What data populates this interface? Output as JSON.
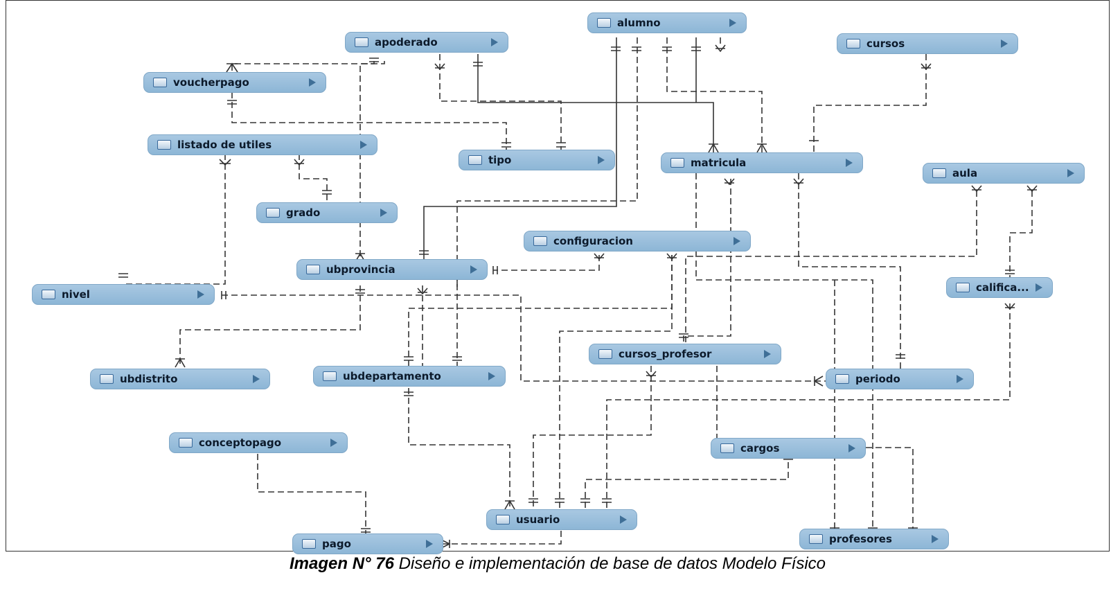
{
  "entities": {
    "alumno": "alumno",
    "apoderado": "apoderado",
    "cursos": "cursos",
    "voucherpago": "voucherpago",
    "listado_de_utiles": "listado de utiles",
    "tipo": "tipo",
    "matricula": "matricula",
    "aula": "aula",
    "grado": "grado",
    "configuracion": "configuracion",
    "ubprovincia": "ubprovincia",
    "nivel": "nivel",
    "califica": "califica...",
    "cursos_profesor": "cursos_profesor",
    "ubdistrito": "ubdistrito",
    "ubdepartamento": "ubdepartamento",
    "periodo": "periodo",
    "conceptopago": "conceptopago",
    "cargos": "cargos",
    "usuario": "usuario",
    "pago": "pago",
    "profesores": "profesores"
  },
  "caption": {
    "label": "Imagen N° 76",
    "text": " Diseño e implementación de base de datos Modelo Físico"
  },
  "colors": {
    "entity_fill": "#9bbfdd",
    "entity_border": "#7fa7c7",
    "connector": "#333333",
    "table_icon": "table-icon",
    "expand_icon": "triangle-right-icon"
  }
}
